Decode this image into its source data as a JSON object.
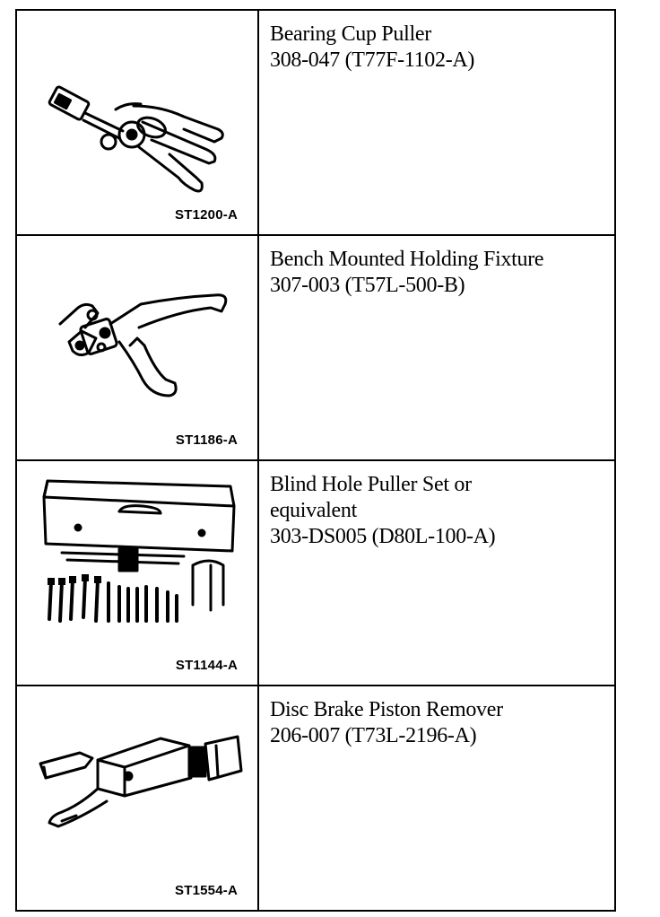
{
  "tools": [
    {
      "name": "Bearing Cup Puller",
      "number_lines": [
        "308-047 (T77F-1102-A)"
      ],
      "illustration_code": "ST1200-A",
      "icon": "bearing-cup-puller-icon"
    },
    {
      "name": "Bench Mounted Holding Fixture",
      "number_lines": [
        "307-003 (T57L-500-B)"
      ],
      "illustration_code": "ST1186-A",
      "icon": "holding-fixture-icon"
    },
    {
      "name": "Blind Hole Puller Set or",
      "number_lines": [
        "equivalent",
        "303-DS005 (D80L-100-A)"
      ],
      "illustration_code": "ST1144-A",
      "icon": "puller-set-case-icon"
    },
    {
      "name": "Disc Brake Piston Remover",
      "number_lines": [
        "206-007 (T73L-2196-A)"
      ],
      "illustration_code": "ST1554-A",
      "icon": "piston-remover-icon"
    }
  ]
}
